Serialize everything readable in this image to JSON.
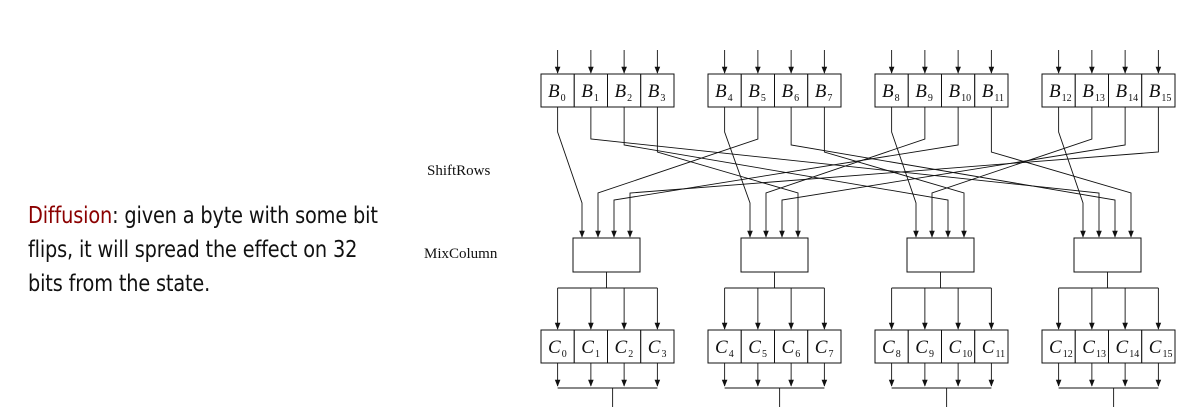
{
  "caption": {
    "keyword": "Diffusion",
    "rest": ": given a byte with some bit flips, it will spread the effect on 32 bits from the state.",
    "keyword_color": "#8b0000"
  },
  "diagram": {
    "shiftrows_label": "ShiftRows",
    "mixcolumn_label": "MixColumn",
    "input_cells": [
      {
        "base": "B",
        "index": "0"
      },
      {
        "base": "B",
        "index": "1"
      },
      {
        "base": "B",
        "index": "2"
      },
      {
        "base": "B",
        "index": "3"
      },
      {
        "base": "B",
        "index": "4"
      },
      {
        "base": "B",
        "index": "5"
      },
      {
        "base": "B",
        "index": "6"
      },
      {
        "base": "B",
        "index": "7"
      },
      {
        "base": "B",
        "index": "8"
      },
      {
        "base": "B",
        "index": "9"
      },
      {
        "base": "B",
        "index": "10"
      },
      {
        "base": "B",
        "index": "11"
      },
      {
        "base": "B",
        "index": "12"
      },
      {
        "base": "B",
        "index": "13"
      },
      {
        "base": "B",
        "index": "14"
      },
      {
        "base": "B",
        "index": "15"
      }
    ],
    "output_cells": [
      {
        "base": "C",
        "index": "0"
      },
      {
        "base": "C",
        "index": "1"
      },
      {
        "base": "C",
        "index": "2"
      },
      {
        "base": "C",
        "index": "3"
      },
      {
        "base": "C",
        "index": "4"
      },
      {
        "base": "C",
        "index": "5"
      },
      {
        "base": "C",
        "index": "6"
      },
      {
        "base": "C",
        "index": "7"
      },
      {
        "base": "C",
        "index": "8"
      },
      {
        "base": "C",
        "index": "9"
      },
      {
        "base": "C",
        "index": "10"
      },
      {
        "base": "C",
        "index": "11"
      },
      {
        "base": "C",
        "index": "12"
      },
      {
        "base": "C",
        "index": "13"
      },
      {
        "base": "C",
        "index": "14"
      },
      {
        "base": "C",
        "index": "15"
      }
    ]
  }
}
